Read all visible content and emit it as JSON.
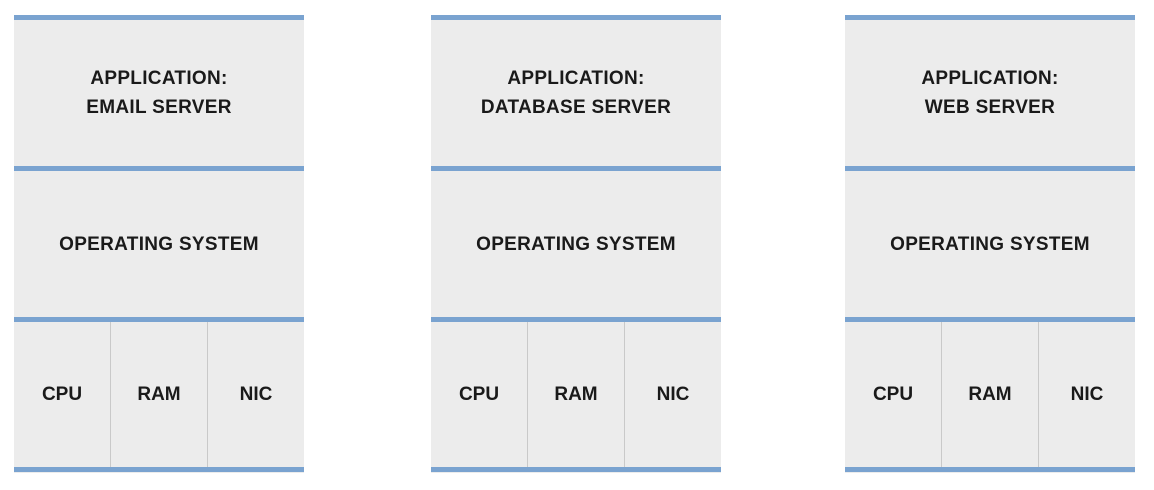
{
  "stacks": [
    {
      "application_line1": "APPLICATION:",
      "application_line2": "EMAIL SERVER",
      "os": "OPERATING SYSTEM",
      "hardware": [
        "CPU",
        "RAM",
        "NIC"
      ]
    },
    {
      "application_line1": "APPLICATION:",
      "application_line2": "DATABASE SERVER",
      "os": "OPERATING SYSTEM",
      "hardware": [
        "CPU",
        "RAM",
        "NIC"
      ]
    },
    {
      "application_line1": "APPLICATION:",
      "application_line2": "WEB SERVER",
      "os": "OPERATING SYSTEM",
      "hardware": [
        "CPU",
        "RAM",
        "NIC"
      ]
    }
  ],
  "colors": {
    "layer_fill": "#ececec",
    "separator": "#7aa3d0",
    "text": "#1a1a1a"
  }
}
